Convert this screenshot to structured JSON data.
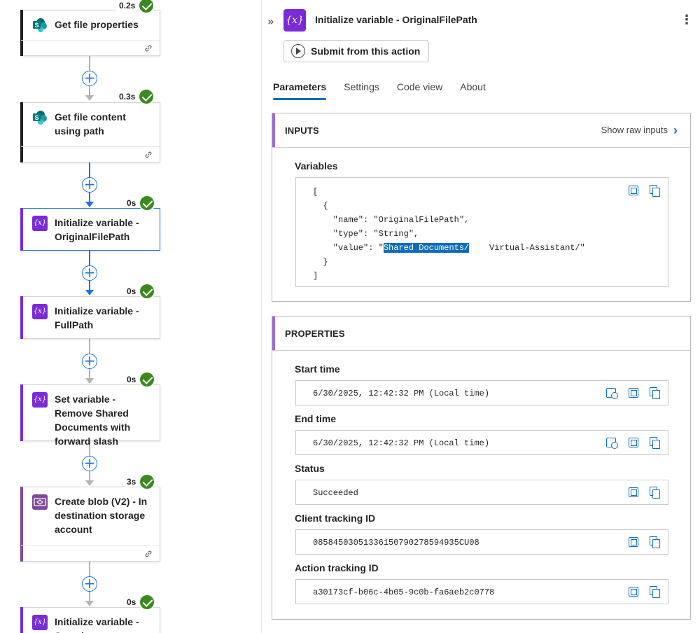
{
  "flow": {
    "steps": [
      {
        "title": "Get file properties",
        "duration": "0.2s"
      },
      {
        "title": "Get file content using path",
        "duration": "0.3s"
      },
      {
        "title": "Initialize variable - OriginalFilePath",
        "duration": "0s"
      },
      {
        "title": "Initialize variable - FullPath",
        "duration": "0s"
      },
      {
        "title": "Set variable - Remove Shared Documents with forward slash",
        "duration": "0s"
      },
      {
        "title": "Create blob (V2) - In destination storage account",
        "duration": "3s"
      },
      {
        "title": "Initialize variable - Search...",
        "duration": "0s"
      }
    ],
    "add_glyph": "+"
  },
  "pane": {
    "title": "Initialize variable - OriginalFilePath",
    "icon_text": "{x}",
    "submit_label": "Submit from this action",
    "tabs": [
      "Parameters",
      "Settings",
      "Code view",
      "About"
    ],
    "inputs": {
      "header": "INPUTS",
      "raw_link": "Show raw inputs",
      "variables_label": "Variables",
      "code_lines": [
        "[",
        "  {",
        "    \"name\": \"OriginalFilePath\",",
        "    \"type\": \"String\",",
        "    \"value\": \"",
        "  }",
        "]"
      ],
      "value_highlight": "Shared Documents/",
      "value_rest": "    Virtual-Assistant/\""
    },
    "properties": {
      "header": "PROPERTIES",
      "start_time_label": "Start time",
      "start_time": "6/30/2025, 12:42:32 PM (Local time)",
      "end_time_label": "End time",
      "end_time": "6/30/2025, 12:42:32 PM (Local time)",
      "status_label": "Status",
      "status": "Succeeded",
      "client_tracking_label": "Client tracking ID",
      "client_tracking": "08584503051336150790278594935CU08",
      "action_tracking_label": "Action tracking ID",
      "action_tracking": "a30173cf-b06c-4b05-9c0b-fa6aeb2c0778"
    }
  },
  "colors": {
    "accent": "#0f6cbd",
    "variable": "#7a2bd6",
    "success": "#3a8a1f",
    "blob": "#804998"
  },
  "icons": [
    "sharepoint-icon",
    "variable-icon",
    "blob-storage-icon",
    "link-icon",
    "check-icon",
    "chevron-double-right-icon",
    "more-vertical-icon",
    "play-circle-icon",
    "chevron-right-icon",
    "expand-icon",
    "copy-icon",
    "calendar-clock-icon"
  ]
}
